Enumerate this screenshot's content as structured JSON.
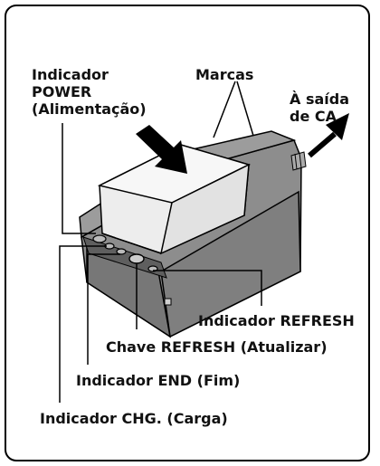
{
  "labels": {
    "power_line1": "Indicador",
    "power_line2": "POWER",
    "power_line3": "(Alimentação)",
    "marcas": "Marcas",
    "ac_line1": "À saída",
    "ac_line2": "de CA",
    "refresh_indicator": "Indicador REFRESH",
    "refresh_switch": "Chave REFRESH (Atualizar)",
    "end_indicator": "Indicador END (Fim)",
    "chg_indicator": "Indicador CHG. (Carga)"
  },
  "colors": {
    "body_gray": "#8d8d8d",
    "body_dark": "#6e6e6e",
    "battery": "#f4f4f4",
    "line": "#000000"
  },
  "icons": {
    "insert_arrow": "arrow-down-right",
    "ac_arrow": "arrow-up-right"
  }
}
